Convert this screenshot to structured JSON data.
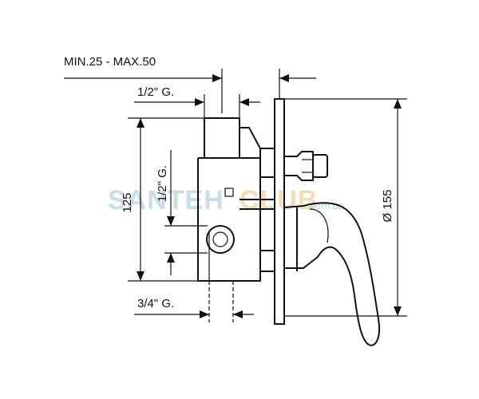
{
  "labels": {
    "depth_range": "MIN.25 - MAX.50",
    "top_thread": "1/2\" G.",
    "side_thread": "1/2\" G.",
    "height": "125",
    "bottom_thread": "3/4\" G.",
    "plate_diameter": "Ø 155"
  },
  "watermark": {
    "part_a": "SANTEH",
    "part_b": "CLUB",
    "part_c": ".com.ua"
  }
}
